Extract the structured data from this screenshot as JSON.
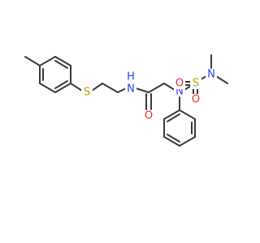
{
  "structure": {
    "atoms": {
      "sulfur_thioether": {
        "symbol": "S",
        "color": "#b8a400"
      },
      "nitrogen_amide": {
        "symbol": "N",
        "color": "#2f40ee"
      },
      "hydrogen_amide": {
        "symbol": "H",
        "color": "#2f40ee"
      },
      "oxygen_carbonyl": {
        "symbol": "O",
        "color": "#ee2e2e"
      },
      "nitrogen_sulfonamide": {
        "symbol": "N",
        "color": "#2f40ee"
      },
      "sulfur_sulfonyl": {
        "symbol": "S",
        "color": "#b8a400"
      },
      "oxygen_sulfonyl_left": {
        "symbol": "O",
        "color": "#ee2e2e"
      },
      "oxygen_sulfonyl_bottom": {
        "symbol": "O",
        "color": "#ee2e2e"
      },
      "nitrogen_dimethyl": {
        "symbol": "N",
        "color": "#2f40ee"
      }
    },
    "bond_color": "#3a3a3a"
  }
}
